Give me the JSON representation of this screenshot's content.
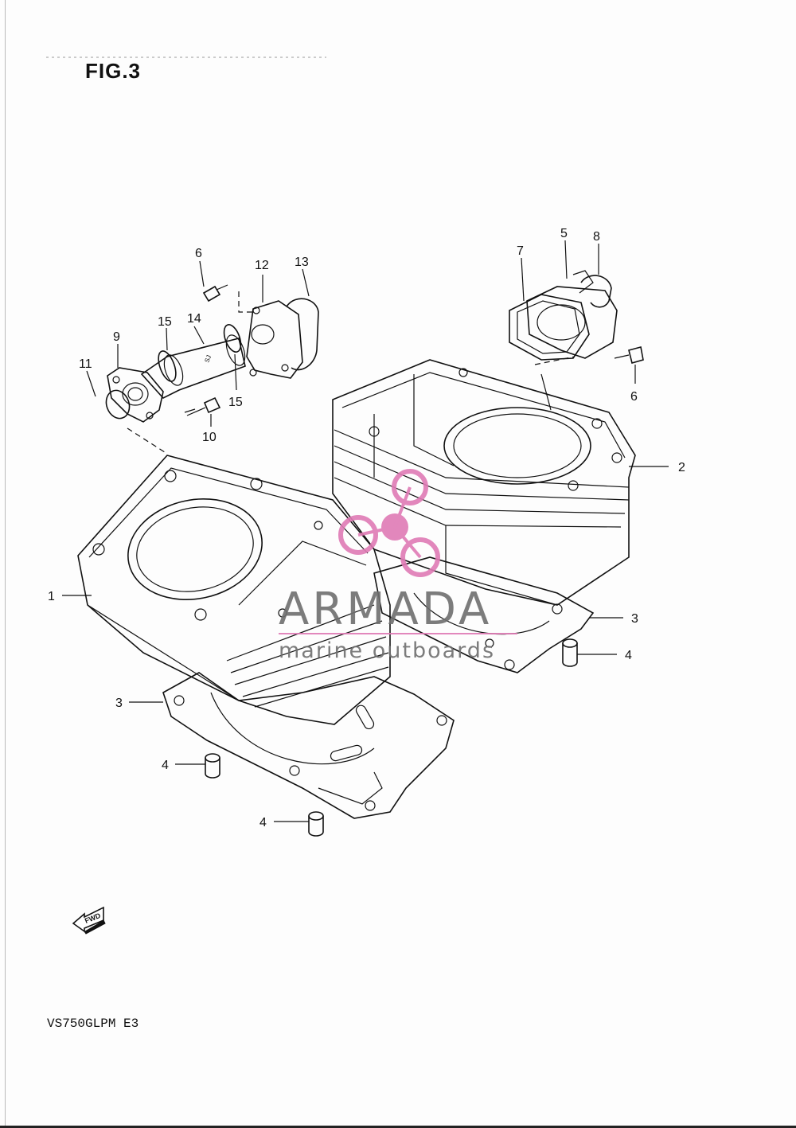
{
  "figure": {
    "title": "FIG.3"
  },
  "model_code": "VS750GLPM E3",
  "fwd_label": "FWD",
  "watermark": {
    "brand": "ARMADA",
    "tagline": "marine outboards",
    "accent_color": "#e07bb5"
  },
  "callouts": [
    {
      "id": "c1",
      "text": "1"
    },
    {
      "id": "c2",
      "text": "2"
    },
    {
      "id": "c3a",
      "text": "3"
    },
    {
      "id": "c3b",
      "text": "3"
    },
    {
      "id": "c4a",
      "text": "4"
    },
    {
      "id": "c4b",
      "text": "4"
    },
    {
      "id": "c4c",
      "text": "4"
    },
    {
      "id": "c5",
      "text": "5"
    },
    {
      "id": "c6a",
      "text": "6"
    },
    {
      "id": "c6b",
      "text": "6"
    },
    {
      "id": "c7",
      "text": "7"
    },
    {
      "id": "c8",
      "text": "8"
    },
    {
      "id": "c9",
      "text": "9"
    },
    {
      "id": "c10",
      "text": "10"
    },
    {
      "id": "c11",
      "text": "11"
    },
    {
      "id": "c12",
      "text": "12"
    },
    {
      "id": "c13",
      "text": "13"
    },
    {
      "id": "c14",
      "text": "14"
    },
    {
      "id": "c15a",
      "text": "15"
    },
    {
      "id": "c15b",
      "text": "15"
    }
  ]
}
